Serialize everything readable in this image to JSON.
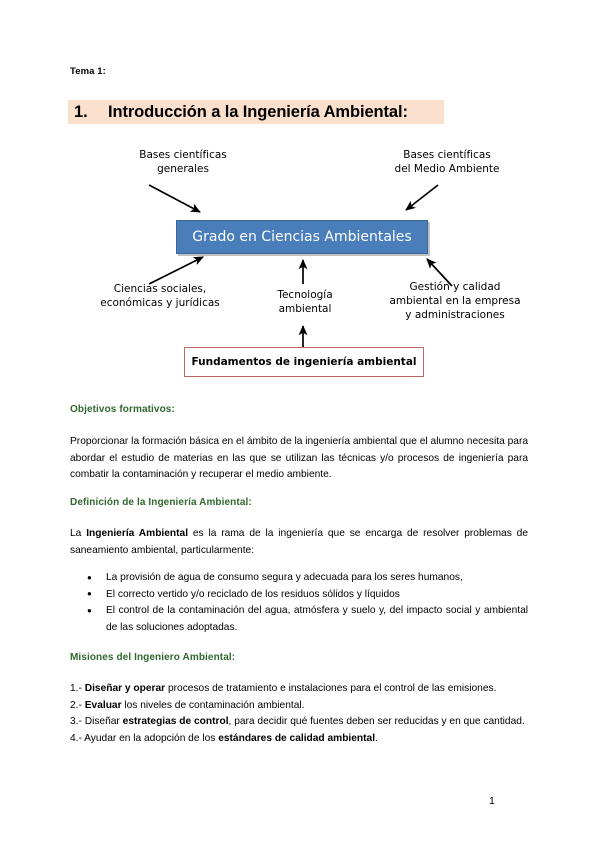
{
  "document": {
    "tema_label": "Tema 1:",
    "heading": {
      "number": "1.",
      "text": "Introducción a la Ingeniería Ambiental:",
      "highlight_color": "#fbe0cd"
    },
    "page_number": "1"
  },
  "diagram": {
    "center_box": {
      "text": "Grado en Ciencias Ambientales",
      "fill_color": "#4a7ebb",
      "border_color": "#3d6596",
      "text_color": "#ffffff"
    },
    "bottom_box": {
      "text": "Fundamentos de ingeniería ambiental",
      "fill_color": "#ffffff",
      "border_color": "#c0685f",
      "text_color": "#000000"
    },
    "labels": {
      "top_left_line1": "Bases científicas",
      "top_left_line2": "generales",
      "top_right_line1": "Bases científicas",
      "top_right_line2": "del Medio Ambiente",
      "bottom_left_line1": "Ciencias sociales,",
      "bottom_left_line2": "económicas y jurídicas",
      "bottom_center_line1": "Tecnología",
      "bottom_center_line2": "ambiental",
      "bottom_right_line1": "Gestión y calidad",
      "bottom_right_line2": "ambiental en la empresa",
      "bottom_right_line3": "y administraciones"
    }
  },
  "sections": {
    "objetivos": {
      "heading": "Objetivos formativos:",
      "heading_color": "#31682f",
      "paragraph": "Proporcionar la formación básica en el ámbito de la ingeniería ambiental que el alumno necesita para abordar el estudio de materias en las que se utilizan las técnicas y/o procesos de ingeniería para combatir la contaminación y recuperar el medio ambiente."
    },
    "definicion": {
      "heading": "Definición de la Ingeniería Ambiental:",
      "heading_color": "#31682f",
      "paragraph_prefix": "La ",
      "paragraph_bold": "Ingeniería Ambiental",
      "paragraph_suffix": " es la rama de la ingeniería que se encarga de resolver problemas de saneamiento ambiental, particularmente:",
      "bullets": [
        "La provisión de agua de consumo segura y adecuada para los seres humanos,",
        "El correcto vertido y/o reciclado de los residuos sólidos y líquidos",
        "El control de la contaminación del agua, atmósfera y suelo y, del impacto social y ambiental de las soluciones adoptadas."
      ]
    },
    "misiones": {
      "heading": "Misiones del Ingeniero Ambiental:",
      "heading_color": "#31682f",
      "items": [
        {
          "number": "1.- ",
          "bold": "Diseñar y operar",
          "rest": " procesos de tratamiento e instalaciones para el control de las emisiones."
        },
        {
          "number": "2.- ",
          "bold": "Evaluar",
          "rest": " los niveles de contaminación ambiental."
        },
        {
          "number": "3.- Diseñar ",
          "bold": "estrategias de control",
          "rest": ", para decidir qué fuentes deben ser reducidas y en que cantidad."
        },
        {
          "number": "4.- Ayudar en la adopción de los ",
          "bold": "estándares de calidad ambiental",
          "rest": "."
        }
      ]
    }
  }
}
